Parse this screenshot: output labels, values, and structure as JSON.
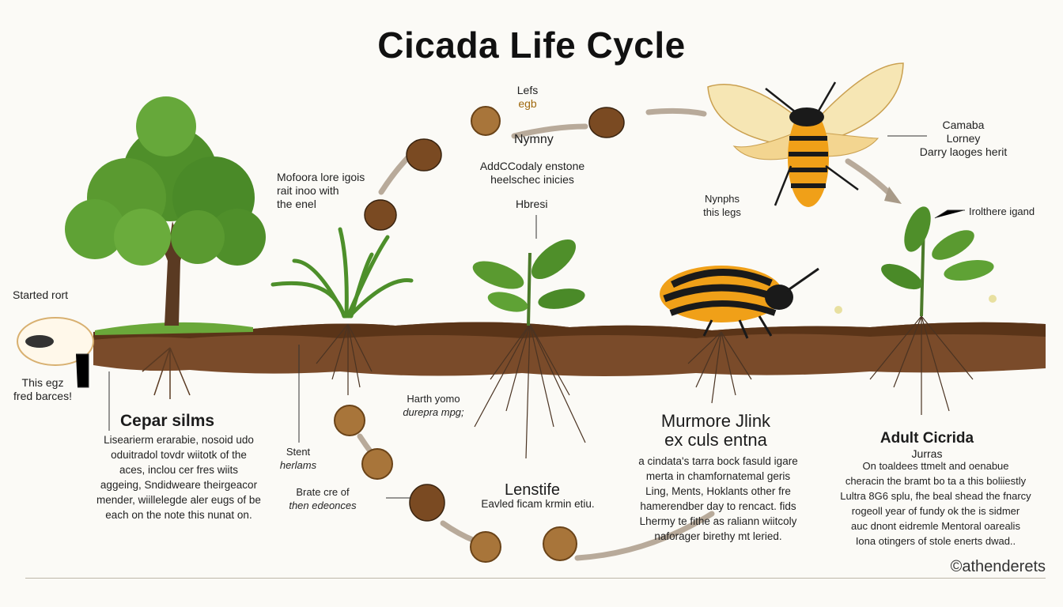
{
  "title": "Cicada Life Cycle",
  "labels": {
    "eggs_top": [
      "Lefs",
      "egb"
    ],
    "nymph_top": "Nymny",
    "nymph_top_desc": [
      "AddCCodaly enstone",
      "heelschec inicies"
    ],
    "left_mid": [
      "Mofoora lore igois",
      "rait inoo with",
      "the enel"
    ],
    "hbresi": "Hbresi",
    "nymphs_right": [
      "Nynphs",
      "this legs"
    ],
    "adult_top": [
      "Camaba",
      "Lorney",
      "Darry laoges herit"
    ],
    "right_plant": "Irolthere igand",
    "started_root": "Started rort",
    "this_egz": [
      "This egz",
      "fred barces!"
    ],
    "harth": [
      "Harth yomo",
      "durepra mpg;"
    ],
    "stent": [
      "Stent",
      "herlams"
    ],
    "brate": [
      "Brate cre of",
      "then edeonces"
    ]
  },
  "sections": {
    "left": {
      "heading": "Cepar silms",
      "text": [
        "Lisearierm erarabie, nosoid udo",
        "oduitradol tovdr wiitotk of the",
        "aces, inclou cer fres wiits",
        "aggeing, Sndidweare theirgeacor",
        "mender, wiillelegde aler eugs of be",
        "each on the note this nunat on."
      ]
    },
    "middle": {
      "heading": "Lenstife",
      "text": [
        "Eavled ficam krmin etiu."
      ]
    },
    "right_mid": {
      "heading": [
        "Murmore Jlink",
        "ex culs entna"
      ],
      "text": [
        "a cindata's tarra bock fasuld igare",
        "merta in chamfornatemal geris",
        "Ling, Ments, Hoklants other fre",
        "hamerendber day to rencact. fids",
        "Lhermy te fithe as raliann wiitcoly",
        "naforager birethy mt leried."
      ]
    },
    "right": {
      "heading": [
        "Adult Cicrida",
        "Jurras"
      ],
      "text": [
        "On toaldees ttmelt and oenabue",
        "cheracin the bramt bo ta a this boliiestly",
        "Lultra 8G6 splu, fhe beal shead the fnarcy",
        "rogeoll year of fundy ok the is sidmer",
        "auc dnont eidremle Mentoral oarealis",
        "Iona otingers of stole enerts dwad.."
      ]
    }
  },
  "credit": "©athenderets",
  "colors": {
    "soil": "#7a4b2a",
    "soil_dark": "#5a3418",
    "leaf": "#4f8f2a",
    "egg": "#a8753a",
    "cicada_orange": "#f0a018",
    "arrow": "#b8aa9a"
  }
}
